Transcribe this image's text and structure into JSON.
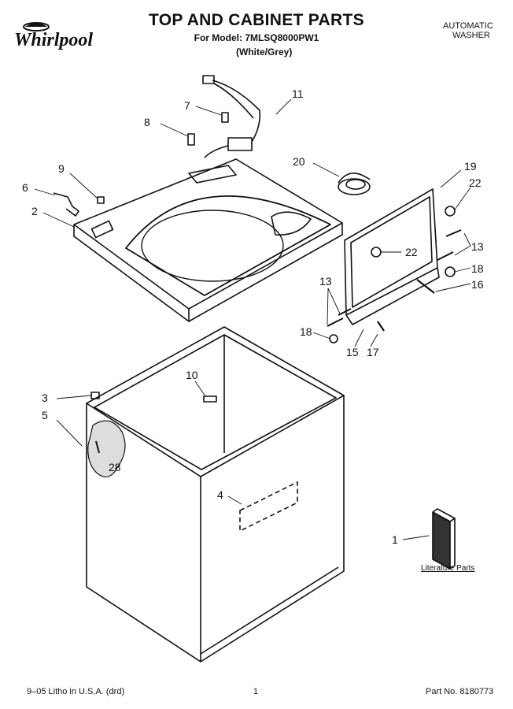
{
  "header": {
    "brand": "Whirlpool",
    "title": "TOP AND CABINET PARTS",
    "model_line": "For Model: 7MLSQ8000PW1",
    "color_line": "(White/Grey)",
    "product_type_1": "AUTOMATIC",
    "product_type_2": "WASHER"
  },
  "callouts": [
    "1",
    "2",
    "3",
    "4",
    "5",
    "6",
    "7",
    "8",
    "9",
    "10",
    "11",
    "13",
    "13",
    "15",
    "16",
    "17",
    "18",
    "18",
    "19",
    "20",
    "22",
    "22",
    "28"
  ],
  "literature_label": "Literature Parts",
  "footer": {
    "left": "9–05 Litho in U.S.A. (drd)",
    "center": "1",
    "right": "Part No. 8180773"
  }
}
